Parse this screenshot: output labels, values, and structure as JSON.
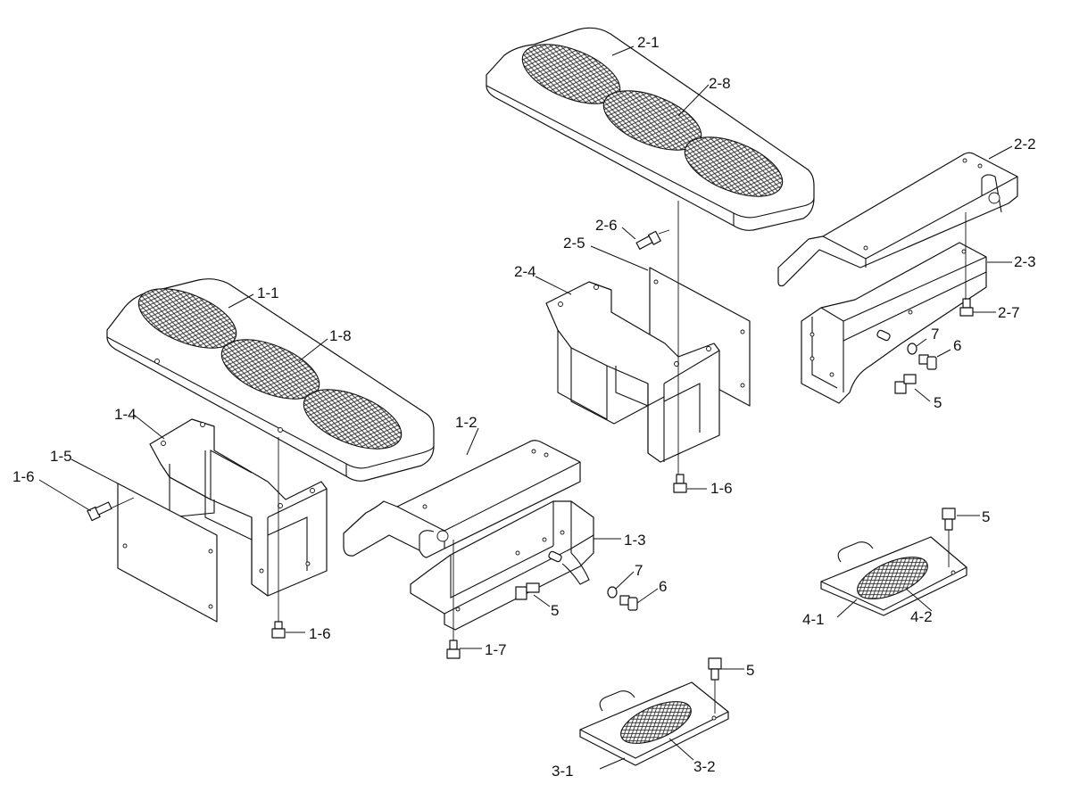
{
  "labels": {
    "l11": "1-1",
    "l12": "1-2",
    "l13": "1-3",
    "l14": "1-4",
    "l15": "1-5",
    "l16a": "1-6",
    "l16b": "1-6",
    "l16c": "1-6",
    "l17": "1-7",
    "l18": "1-8",
    "l21": "2-1",
    "l22": "2-2",
    "l23": "2-3",
    "l24": "2-4",
    "l25": "2-5",
    "l26": "2-6",
    "l27": "2-7",
    "l28": "2-8",
    "l31": "3-1",
    "l32": "3-2",
    "l41": "4-1",
    "l42": "4-2",
    "l5a": "5",
    "l5b": "5",
    "l5c": "5",
    "l5d": "5",
    "l6a": "6",
    "l6b": "6",
    "l7a": "7",
    "l7b": "7"
  }
}
